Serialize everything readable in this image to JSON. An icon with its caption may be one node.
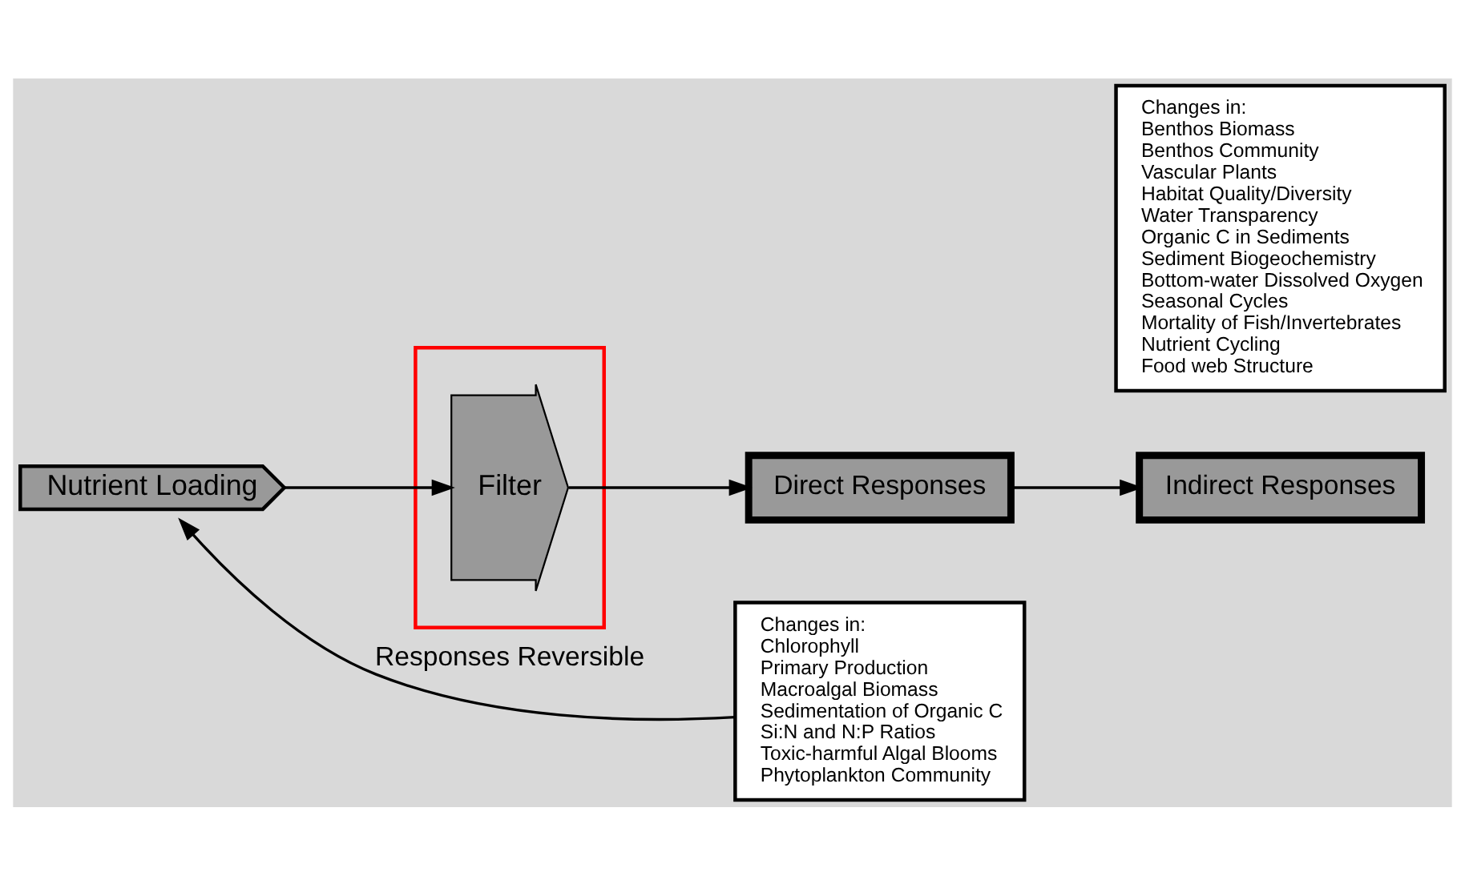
{
  "diagram": {
    "nodes": [
      {
        "text": [
          "Nutrient Loading"
        ]
      },
      {
        "text": [],
        "shape": "box"
      },
      {
        "text": [
          "Filter"
        ],
        "in": 1
      },
      {
        "text": [
          "Direct Responses"
        ]
      },
      {
        "text": [
          "Indirect Responses"
        ]
      },
      {
        "text": [
          "Changes in:",
          "Chlorophyll",
          "Primary Production",
          "Macroalgal Biomass",
          "Sedimentation of Organic C",
          "Si:N and N:P Ratios",
          "Toxic-harmful Algal Blooms",
          "Phytoplankton Community"
        ]
      },
      {
        "text": [
          "Changes in:",
          "Benthos Biomass",
          "Benthos Community",
          "Vascular Plants",
          "Habitat Quality/Diversity",
          "Water Transparency",
          "Organic C in Sediments",
          "Sediment Biogeochemistry",
          "Bottom-water Dissolved Oxygen",
          "Seasonal Cycles",
          "Mortality of Fish/Invertebrates",
          "Nutrient Cycling",
          "Food web Structure"
        ]
      }
    ],
    "edges": [
      {
        "from": 0,
        "to": 2,
        "arrow": "to"
      },
      {
        "from": 2,
        "to": 3,
        "arrow": "to"
      },
      {
        "from": 3,
        "to": 4,
        "arrow": "to"
      },
      {
        "from": 5,
        "to": 0,
        "arrow": "to",
        "label": "Responses Reversible"
      }
    ]
  }
}
